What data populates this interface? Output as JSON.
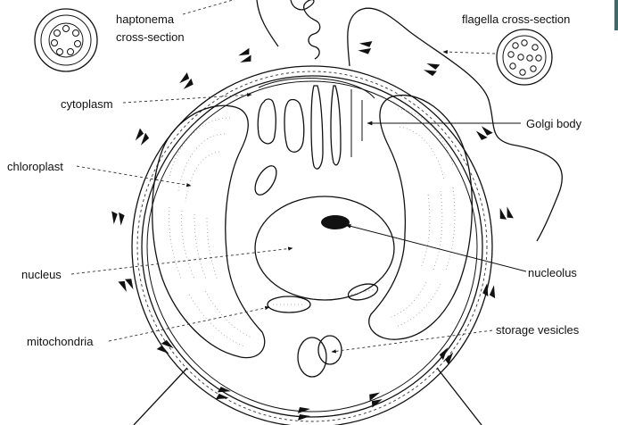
{
  "labels": {
    "haptonema_line1": "haptonema",
    "haptonema_line2": "cross-section",
    "flagella": "flagella cross-section",
    "cytoplasm": "cytoplasm",
    "golgi": "Golgi body",
    "chloroplast": "chloroplast",
    "nucleus": "nucleus",
    "nucleolus": "nucleolus",
    "mitochondria": "mitochondria",
    "storage": "storage vesicles"
  },
  "colors": {
    "ink": "#111111",
    "accent_edge": "#3a6c6c"
  }
}
